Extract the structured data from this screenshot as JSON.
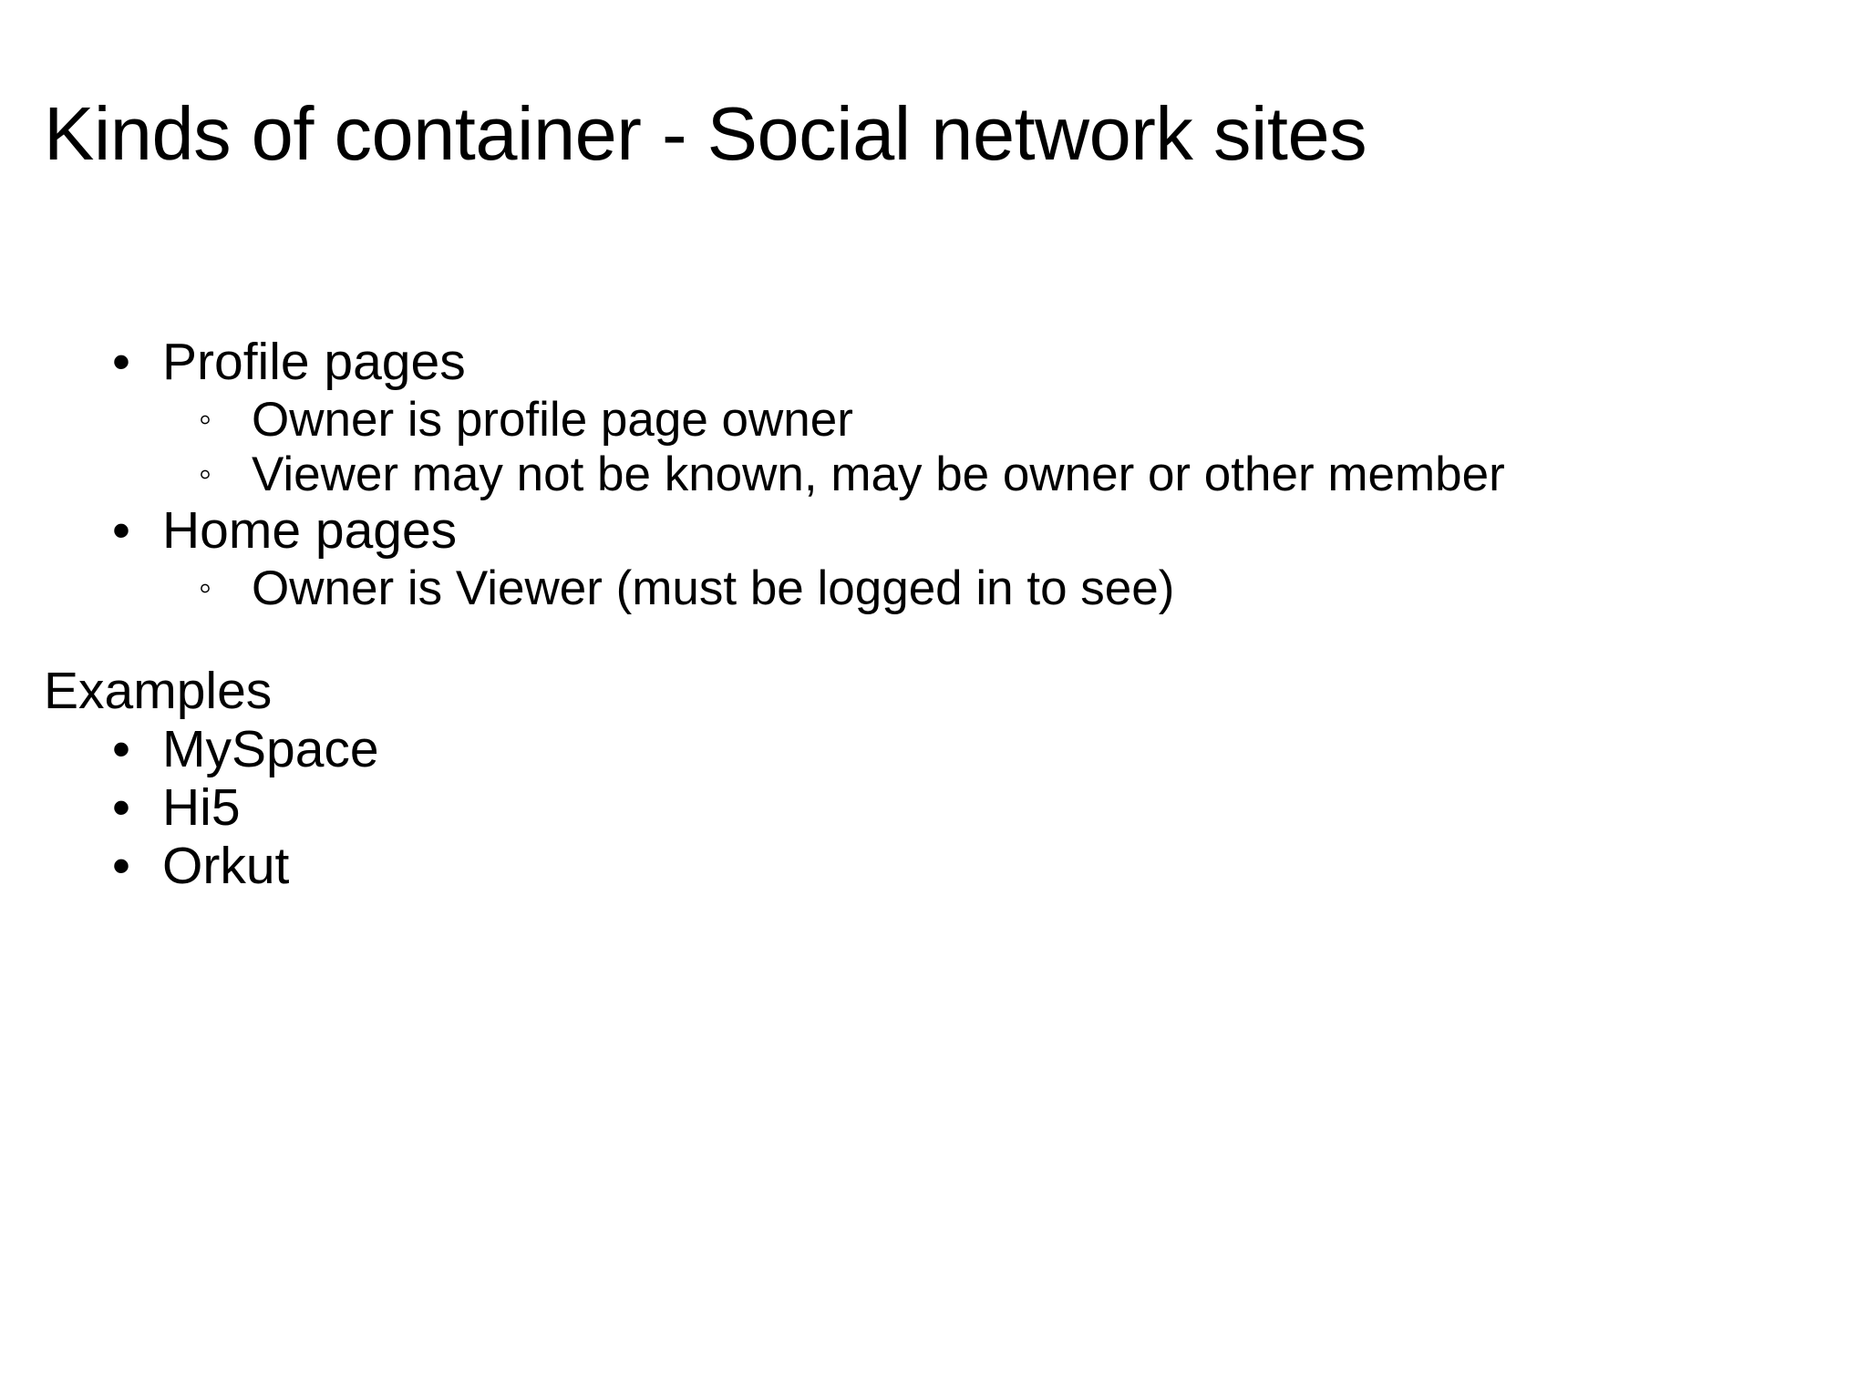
{
  "slide": {
    "title": "Kinds of container - Social network sites",
    "background_color": "#ffffff",
    "text_color": "#000000",
    "bullet_glyph_level1": "•",
    "bullet_glyph_level2": "◦",
    "body": [
      {
        "level": 1,
        "marker": "•",
        "text": "Profile pages"
      },
      {
        "level": 2,
        "marker": "◦",
        "text": "Owner is profile page owner"
      },
      {
        "level": 2,
        "marker": "◦",
        "text": "Viewer may not be known, may be owner or other member"
      },
      {
        "level": 1,
        "marker": "•",
        "text": "Home pages"
      },
      {
        "level": 2,
        "marker": "◦",
        "text": "Owner is Viewer (must be logged in to see)"
      },
      {
        "level": 0,
        "marker": "",
        "text": "Examples"
      },
      {
        "level": 1,
        "marker": "•",
        "text": "MySpace"
      },
      {
        "level": 1,
        "marker": "•",
        "text": "Hi5"
      },
      {
        "level": 1,
        "marker": "•",
        "text": "Orkut"
      }
    ]
  }
}
